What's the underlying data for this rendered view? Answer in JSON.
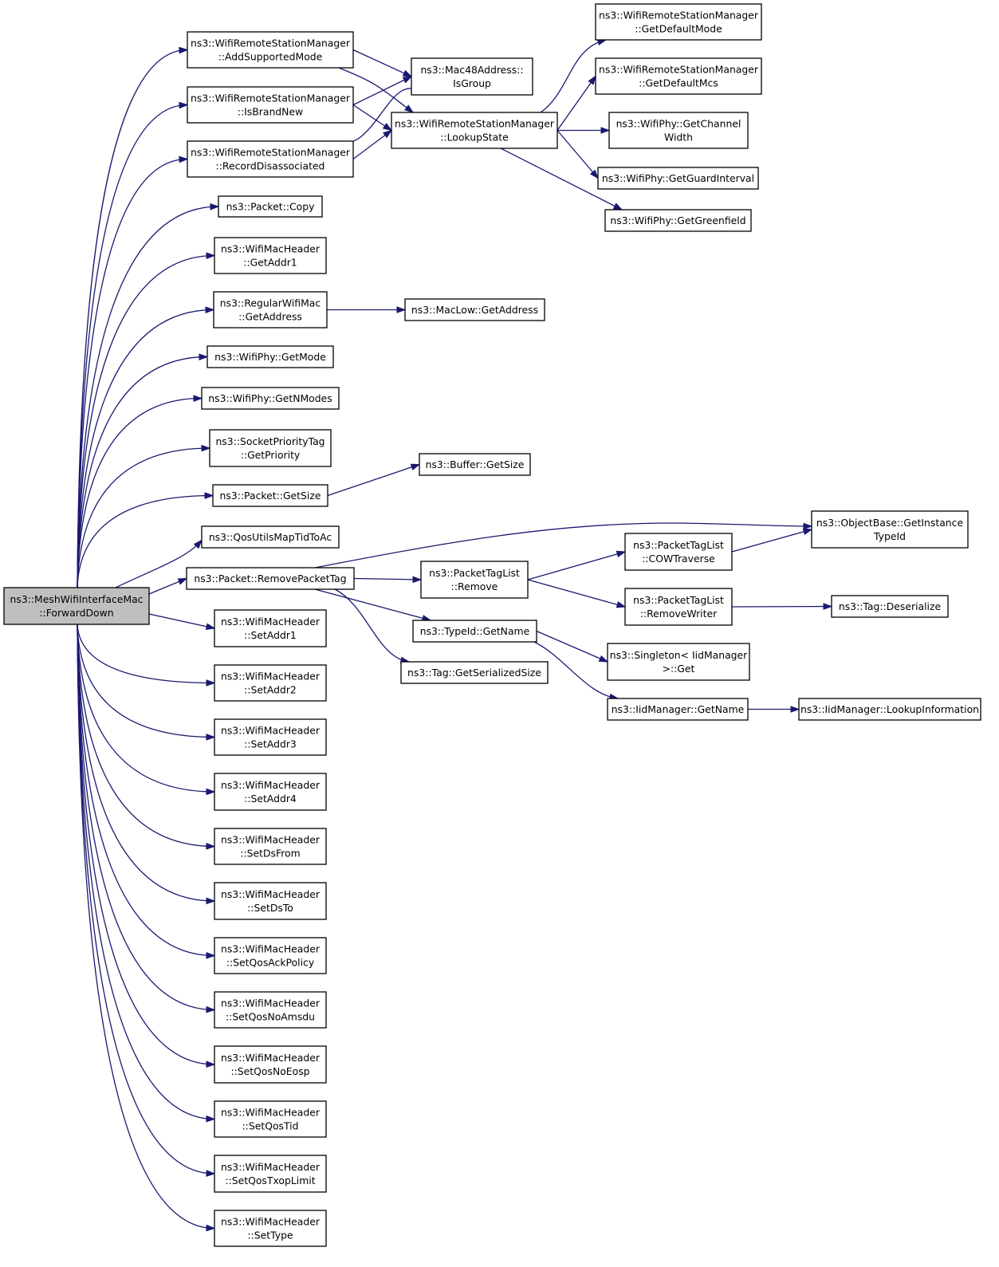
{
  "diagram": {
    "root": "n_forwarddown",
    "nodes": [
      {
        "id": "n_forwarddown",
        "lines": [
          "ns3::MeshWifiInterfaceMac",
          "::ForwardDown"
        ],
        "root": true
      },
      {
        "id": "n_addsupportedmode",
        "lines": [
          "ns3::WifiRemoteStationManager",
          "::AddSupportedMode"
        ]
      },
      {
        "id": "n_isbrandnew",
        "lines": [
          "ns3::WifiRemoteStationManager",
          "::IsBrandNew"
        ]
      },
      {
        "id": "n_recorddisassociated",
        "lines": [
          "ns3::WifiRemoteStationManager",
          "::RecordDisassociated"
        ]
      },
      {
        "id": "n_packet_copy",
        "lines": [
          "ns3::Packet::Copy"
        ]
      },
      {
        "id": "n_getaddr1",
        "lines": [
          "ns3::WifiMacHeader",
          "::GetAddr1"
        ]
      },
      {
        "id": "n_regular_getaddress",
        "lines": [
          "ns3::RegularWifiMac",
          "::GetAddress"
        ]
      },
      {
        "id": "n_getmode",
        "lines": [
          "ns3::WifiPhy::GetMode"
        ]
      },
      {
        "id": "n_getnmodes",
        "lines": [
          "ns3::WifiPhy::GetNModes"
        ]
      },
      {
        "id": "n_getpriority",
        "lines": [
          "ns3::SocketPriorityTag",
          "::GetPriority"
        ]
      },
      {
        "id": "n_packet_getsize",
        "lines": [
          "ns3::Packet::GetSize"
        ]
      },
      {
        "id": "n_qosutils",
        "lines": [
          "ns3::QosUtilsMapTidToAc"
        ]
      },
      {
        "id": "n_removepackettag",
        "lines": [
          "ns3::Packet::RemovePacketTag"
        ]
      },
      {
        "id": "n_setaddr1",
        "lines": [
          "ns3::WifiMacHeader",
          "::SetAddr1"
        ]
      },
      {
        "id": "n_setaddr2",
        "lines": [
          "ns3::WifiMacHeader",
          "::SetAddr2"
        ]
      },
      {
        "id": "n_setaddr3",
        "lines": [
          "ns3::WifiMacHeader",
          "::SetAddr3"
        ]
      },
      {
        "id": "n_setaddr4",
        "lines": [
          "ns3::WifiMacHeader",
          "::SetAddr4"
        ]
      },
      {
        "id": "n_setdsfrom",
        "lines": [
          "ns3::WifiMacHeader",
          "::SetDsFrom"
        ]
      },
      {
        "id": "n_setdsto",
        "lines": [
          "ns3::WifiMacHeader",
          "::SetDsTo"
        ]
      },
      {
        "id": "n_setqosackpolicy",
        "lines": [
          "ns3::WifiMacHeader",
          "::SetQosAckPolicy"
        ]
      },
      {
        "id": "n_setqosnoamsdu",
        "lines": [
          "ns3::WifiMacHeader",
          "::SetQosNoAmsdu"
        ]
      },
      {
        "id": "n_setqosnoeosp",
        "lines": [
          "ns3::WifiMacHeader",
          "::SetQosNoEosp"
        ]
      },
      {
        "id": "n_setqostid",
        "lines": [
          "ns3::WifiMacHeader",
          "::SetQosTid"
        ]
      },
      {
        "id": "n_setqostxoplimit",
        "lines": [
          "ns3::WifiMacHeader",
          "::SetQosTxopLimit"
        ]
      },
      {
        "id": "n_settype",
        "lines": [
          "ns3::WifiMacHeader",
          "::SetType"
        ]
      },
      {
        "id": "n_isgroup",
        "lines": [
          "ns3::Mac48Address::",
          "IsGroup"
        ]
      },
      {
        "id": "n_lookupstate",
        "lines": [
          "ns3::WifiRemoteStationManager",
          "::LookupState"
        ]
      },
      {
        "id": "n_getdefaultmode",
        "lines": [
          "ns3::WifiRemoteStationManager",
          "::GetDefaultMode"
        ]
      },
      {
        "id": "n_getdefaultmcs",
        "lines": [
          "ns3::WifiRemoteStationManager",
          "::GetDefaultMcs"
        ]
      },
      {
        "id": "n_getchannelwidth",
        "lines": [
          "ns3::WifiPhy::GetChannel",
          "Width"
        ]
      },
      {
        "id": "n_getguardinterval",
        "lines": [
          "ns3::WifiPhy::GetGuardInterval"
        ]
      },
      {
        "id": "n_getgreenfield",
        "lines": [
          "ns3::WifiPhy::GetGreenfield"
        ]
      },
      {
        "id": "n_maclow_getaddress",
        "lines": [
          "ns3::MacLow::GetAddress"
        ]
      },
      {
        "id": "n_buffer_getsize",
        "lines": [
          "ns3::Buffer::GetSize"
        ]
      },
      {
        "id": "n_getinstancetypeid",
        "lines": [
          "ns3::ObjectBase::GetInstance",
          "TypeId"
        ]
      },
      {
        "id": "n_cowtraverse",
        "lines": [
          "ns3::PacketTagList",
          "::COWTraverse"
        ]
      },
      {
        "id": "n_ptl_remove",
        "lines": [
          "ns3::PacketTagList",
          "::Remove"
        ]
      },
      {
        "id": "n_removewriter",
        "lines": [
          "ns3::PacketTagList",
          "::RemoveWriter"
        ]
      },
      {
        "id": "n_tag_deserialize",
        "lines": [
          "ns3::Tag::Deserialize"
        ]
      },
      {
        "id": "n_typeid_getname",
        "lines": [
          "ns3::TypeId::GetName"
        ]
      },
      {
        "id": "n_getserializedsize",
        "lines": [
          "ns3::Tag::GetSerializedSize"
        ]
      },
      {
        "id": "n_singleton_get",
        "lines": [
          "ns3::Singleton< IidManager",
          ">::Get"
        ]
      },
      {
        "id": "n_iid_getname",
        "lines": [
          "ns3::IidManager::GetName"
        ]
      },
      {
        "id": "n_lookupinformation",
        "lines": [
          "ns3::IidManager::LookupInformation"
        ]
      }
    ],
    "edges": [
      [
        "n_forwarddown",
        "n_addsupportedmode"
      ],
      [
        "n_forwarddown",
        "n_isbrandnew"
      ],
      [
        "n_forwarddown",
        "n_recorddisassociated"
      ],
      [
        "n_forwarddown",
        "n_packet_copy"
      ],
      [
        "n_forwarddown",
        "n_getaddr1"
      ],
      [
        "n_forwarddown",
        "n_regular_getaddress"
      ],
      [
        "n_forwarddown",
        "n_getmode"
      ],
      [
        "n_forwarddown",
        "n_getnmodes"
      ],
      [
        "n_forwarddown",
        "n_getpriority"
      ],
      [
        "n_forwarddown",
        "n_packet_getsize"
      ],
      [
        "n_forwarddown",
        "n_qosutils"
      ],
      [
        "n_forwarddown",
        "n_removepackettag"
      ],
      [
        "n_forwarddown",
        "n_setaddr1"
      ],
      [
        "n_forwarddown",
        "n_setaddr2"
      ],
      [
        "n_forwarddown",
        "n_setaddr3"
      ],
      [
        "n_forwarddown",
        "n_setaddr4"
      ],
      [
        "n_forwarddown",
        "n_setdsfrom"
      ],
      [
        "n_forwarddown",
        "n_setdsto"
      ],
      [
        "n_forwarddown",
        "n_setqosackpolicy"
      ],
      [
        "n_forwarddown",
        "n_setqosnoamsdu"
      ],
      [
        "n_forwarddown",
        "n_setqosnoeosp"
      ],
      [
        "n_forwarddown",
        "n_setqostid"
      ],
      [
        "n_forwarddown",
        "n_setqostxoplimit"
      ],
      [
        "n_forwarddown",
        "n_settype"
      ],
      [
        "n_addsupportedmode",
        "n_isgroup"
      ],
      [
        "n_addsupportedmode",
        "n_lookupstate"
      ],
      [
        "n_isbrandnew",
        "n_isgroup"
      ],
      [
        "n_isbrandnew",
        "n_lookupstate"
      ],
      [
        "n_recorddisassociated",
        "n_isgroup"
      ],
      [
        "n_recorddisassociated",
        "n_lookupstate"
      ],
      [
        "n_lookupstate",
        "n_getdefaultmode"
      ],
      [
        "n_lookupstate",
        "n_getdefaultmcs"
      ],
      [
        "n_lookupstate",
        "n_getchannelwidth"
      ],
      [
        "n_lookupstate",
        "n_getguardinterval"
      ],
      [
        "n_lookupstate",
        "n_getgreenfield"
      ],
      [
        "n_regular_getaddress",
        "n_maclow_getaddress"
      ],
      [
        "n_packet_getsize",
        "n_buffer_getsize"
      ],
      [
        "n_removepackettag",
        "n_getinstancetypeid"
      ],
      [
        "n_removepackettag",
        "n_ptl_remove"
      ],
      [
        "n_removepackettag",
        "n_typeid_getname"
      ],
      [
        "n_removepackettag",
        "n_getserializedsize"
      ],
      [
        "n_ptl_remove",
        "n_cowtraverse"
      ],
      [
        "n_ptl_remove",
        "n_removewriter"
      ],
      [
        "n_cowtraverse",
        "n_getinstancetypeid"
      ],
      [
        "n_removewriter",
        "n_tag_deserialize"
      ],
      [
        "n_typeid_getname",
        "n_singleton_get"
      ],
      [
        "n_typeid_getname",
        "n_iid_getname"
      ],
      [
        "n_iid_getname",
        "n_lookupinformation"
      ]
    ]
  }
}
